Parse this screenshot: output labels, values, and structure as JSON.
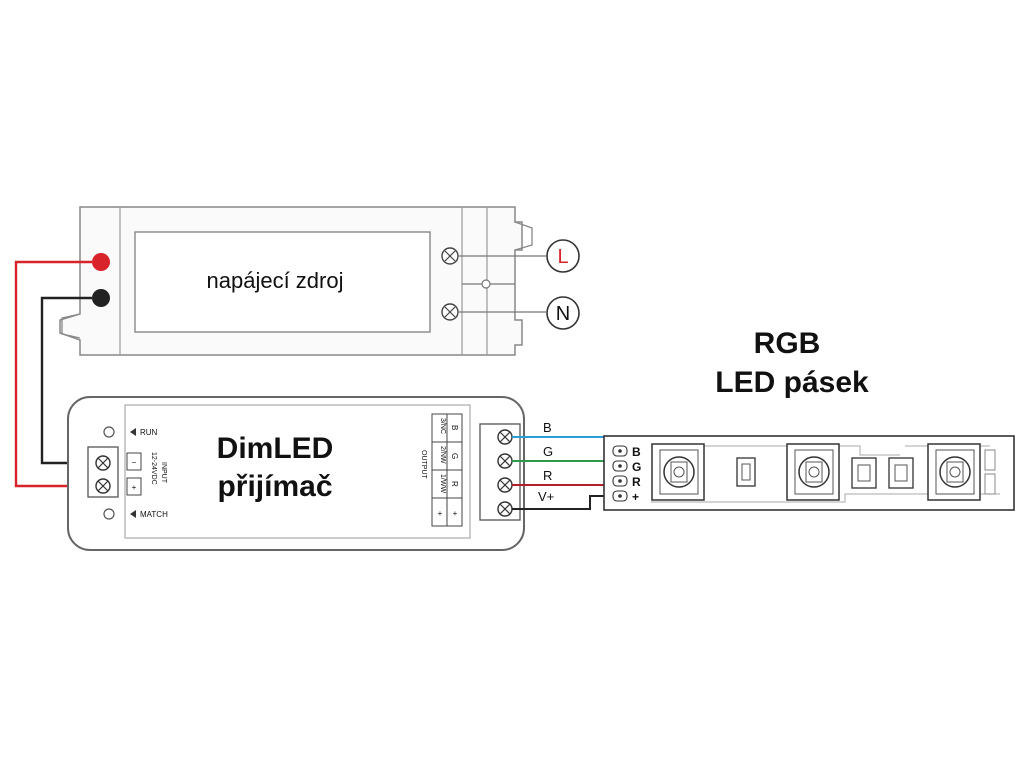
{
  "power_supply": {
    "label": "napájecí zdroj",
    "terminal_L": "L",
    "terminal_N": "N"
  },
  "receiver": {
    "title_line1": "DimLED",
    "title_line2": "přijímač",
    "run_label": "RUN",
    "match_label": "MATCH",
    "input_label": "INPUT",
    "input_voltage": "12-24VDC",
    "input_minus": "−",
    "input_plus": "+",
    "output_label": "OUTPUT",
    "output_channels": [
      "1/WW",
      "2/NW",
      "3/NC"
    ],
    "output_colors": [
      "R",
      "G",
      "B"
    ],
    "output_plus": "+"
  },
  "wires": {
    "labels": [
      "B",
      "G",
      "R",
      "V+"
    ],
    "colors": {
      "red": "#d8232a",
      "black": "#222222",
      "blue": "#2a9fd6",
      "green": "#2e9a4a",
      "dark_red": "#b3202a"
    }
  },
  "led_strip": {
    "title_line1": "RGB",
    "title_line2": "LED pásek",
    "pad_labels": [
      "B",
      "G",
      "R",
      "+"
    ]
  }
}
